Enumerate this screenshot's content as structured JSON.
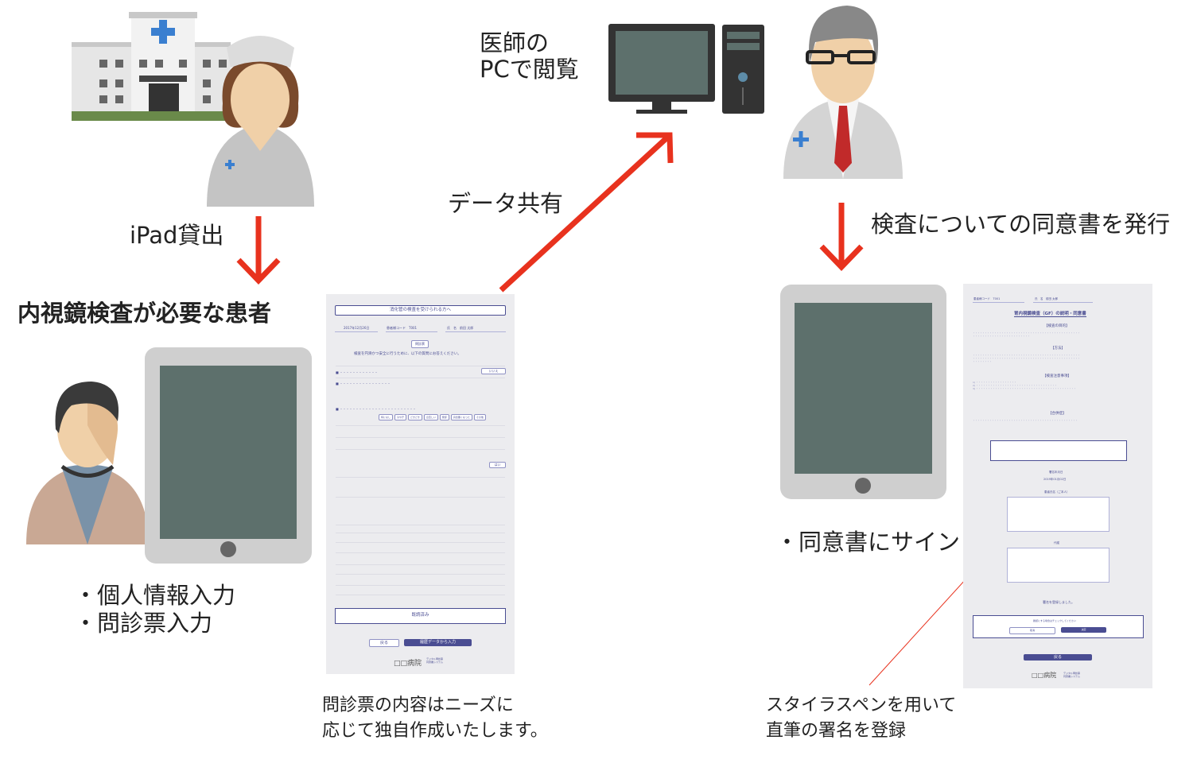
{
  "labels": {
    "doctor_pc": "医師の\nPCで閲覧",
    "data_share": "データ共有",
    "ipad_loan": "iPad貸出",
    "patient": "内視鏡検査が必要な患者",
    "consent_issue": "検査についての同意書を発行",
    "sign": "・同意書にサイン",
    "input1": "・個人情報入力",
    "input2": "・問診票入力",
    "caption_left": "問診票の内容はニーズに\n応じて独自作成いたします。",
    "caption_right": "スタイラスペンを用いて\n直筆の署名を登録"
  },
  "questionnaire": {
    "title": "消化管の検査を受けられる方へ",
    "date": "2017年12月26日",
    "patient_code": "患者様コード　T001",
    "name": "氏　名　前田 太郎",
    "badge": "問診票",
    "intro": "検査を円滑かつ安全に行うために、以下の質問にお答えください。",
    "answer_no": "いいえ",
    "answer_yes": "はい",
    "options": [
      "特になし",
      "冷や汗",
      "どきどき",
      "息苦しい",
      "発疹",
      "具合悪くなった",
      "その他"
    ],
    "read_done": "既読済み",
    "back": "戻る",
    "history": "履歴データから入力",
    "hospital": "□□病院",
    "system": "デジタル問診票\n同意書システム"
  },
  "consent": {
    "code": "患者様コード　T001",
    "name": "氏　名　前田 太郎",
    "title": "胃内視鏡検査（GF）の説明・同意書",
    "sections": [
      "【検査の目的】",
      "【方法】",
      "【検査注意事項】",
      "【合併症】"
    ],
    "sign_date_label": "署名年月日",
    "sign_date": "2019年01月02日",
    "patient_sign_label": "患者氏名（ご本人）",
    "proxy_label": "代諾",
    "registered": "署名を登録しました。",
    "confirm": "確認にする場合はチェックしてください",
    "cancel": "取消",
    "ok": "決定",
    "back": "戻る",
    "hospital": "□□病院",
    "system": "デジタル問診票\n同意書システム"
  },
  "colors": {
    "arrow": "#e8321e",
    "doc_accent": "#4a4d92",
    "screen": "#5d706c",
    "tablet": "#cfcfcf"
  }
}
